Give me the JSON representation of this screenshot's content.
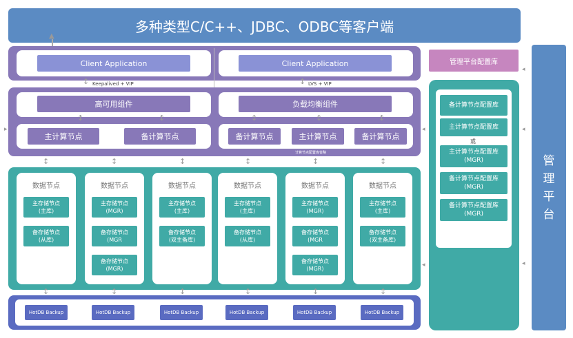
{
  "header": {
    "title": "多种类型C/C++、JDBC、ODBC等客户端"
  },
  "clients": [
    {
      "label": "Client Application"
    },
    {
      "label": "Client Application"
    }
  ],
  "link_labels": {
    "left": "Keepalived + VIP",
    "right": "LVS + VIP"
  },
  "compute": {
    "ha_component": "高可用组件",
    "lb_component": "负载均衡组件",
    "left_nodes": [
      "主计算节点",
      "备计算节点"
    ],
    "right_nodes": [
      "备计算节点",
      "主计算节点",
      "备计算节点"
    ],
    "config_lib_note": "计算节点配置库省略"
  },
  "data_nodes": [
    {
      "title": "数据节点",
      "boxes": [
        "主存储节点\n(主库)",
        "备存储节点\n(从库)"
      ]
    },
    {
      "title": "数据节点",
      "boxes": [
        "主存储节点\n(MGR)",
        "备存储节点\n(MGR",
        "备存储节点\n(MGR)"
      ]
    },
    {
      "title": "数据节点",
      "boxes": [
        "主存储节点\n(主库)",
        "备存储节点\n(双主备库)"
      ]
    },
    {
      "title": "数据节点",
      "boxes": [
        "主存储节点\n(主库)",
        "备存储节点\n(从库)"
      ]
    },
    {
      "title": "数据节点",
      "boxes": [
        "主存储节点\n(MGR)",
        "备存储节点\n(MGR",
        "备存储节点\n(MGR)"
      ]
    },
    {
      "title": "数据节点",
      "boxes": [
        "主存储节点\n(主库)",
        "备存储节点\n(双主备库)"
      ]
    }
  ],
  "backups": [
    "HotDB Backup",
    "HotDB Backup",
    "HotDB Backup",
    "HotDB Backup",
    "HotDB Backup",
    "HotDB Backup"
  ],
  "management": {
    "config_title": "管理平台配置库",
    "boxes": [
      "备计算节点配置库",
      "主计算节点配置库"
    ],
    "or_text": "或",
    "mgr_boxes": [
      "主计算节点配置库\n(MGR)",
      "备计算节点配置库\n(MGR)",
      "备计算节点配置库\n(MGR)"
    ],
    "platform": [
      "管",
      "理",
      "平",
      "台"
    ]
  },
  "colors": {
    "banner": "#5b8bc3",
    "purple": "#8878b8",
    "client": "#8a92d6",
    "teal": "#40aaa6",
    "backup": "#5a6bc1",
    "pink": "#c686bf"
  }
}
